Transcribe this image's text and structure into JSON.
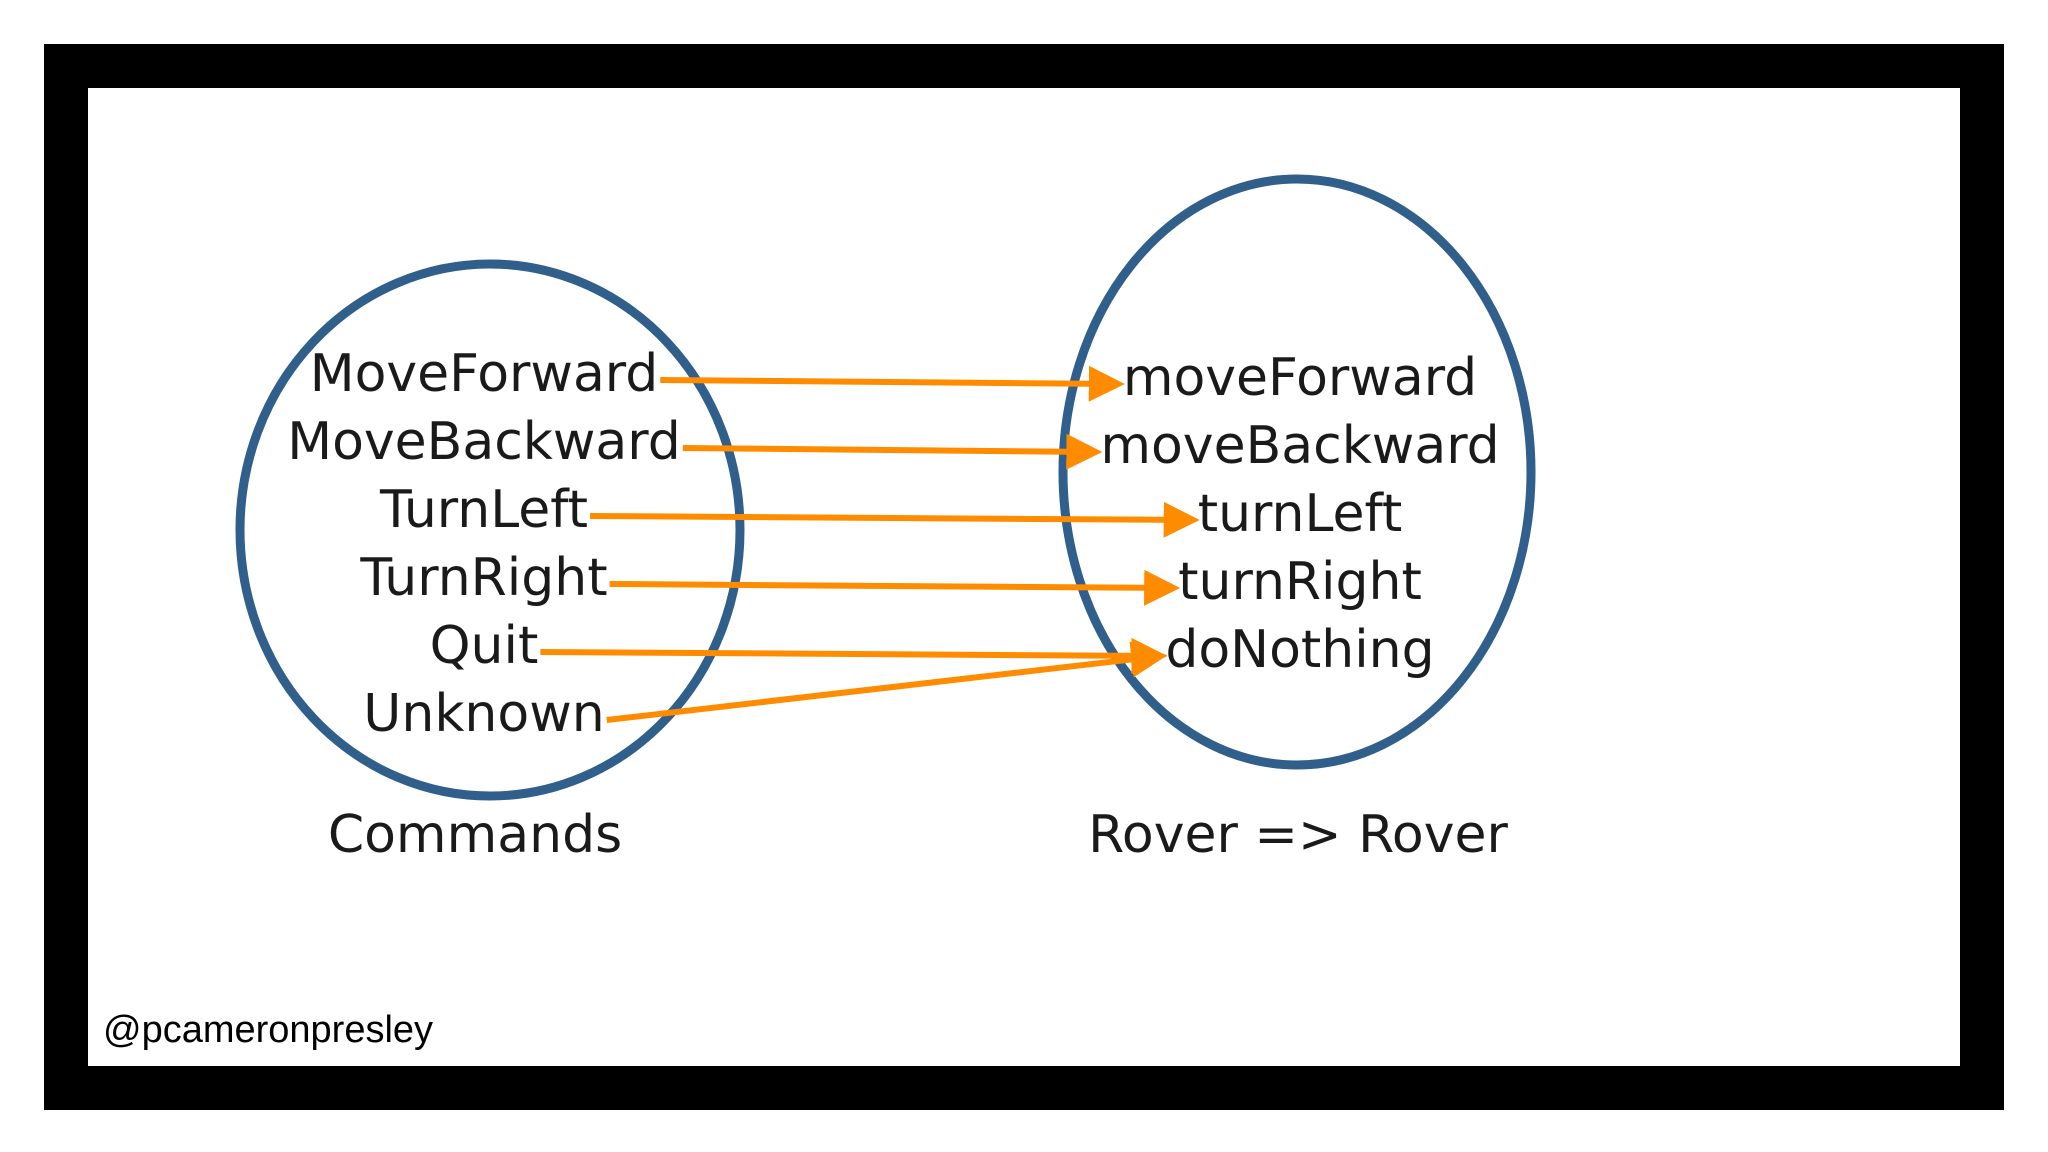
{
  "colors": {
    "frame": "#000000",
    "ellipse_stroke": "#2f5f8a",
    "arrow": "#ff8c00",
    "text": "#1a1a1a"
  },
  "domain_set": {
    "title": "Commands",
    "items": [
      "MoveForward",
      "MoveBackward",
      "TurnLeft",
      "TurnRight",
      "Quit",
      "Unknown"
    ]
  },
  "codomain_set": {
    "title": "Rover => Rover",
    "items": [
      "moveForward",
      "moveBackward",
      "turnLeft",
      "turnRight",
      "doNothing"
    ]
  },
  "mappings": [
    {
      "from": "MoveForward",
      "to": "moveForward"
    },
    {
      "from": "MoveBackward",
      "to": "moveBackward"
    },
    {
      "from": "TurnLeft",
      "to": "turnLeft"
    },
    {
      "from": "TurnRight",
      "to": "turnRight"
    },
    {
      "from": "Quit",
      "to": "doNothing"
    },
    {
      "from": "Unknown",
      "to": "doNothing"
    }
  ],
  "footer": {
    "handle": "@pcameronpresley"
  }
}
